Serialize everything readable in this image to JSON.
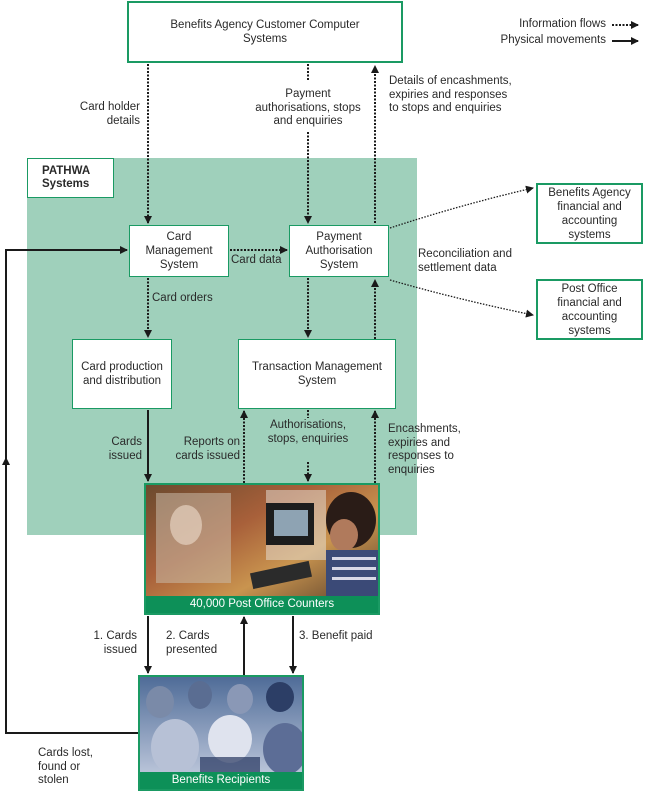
{
  "legend": {
    "information_flows": "Information flows",
    "physical_movements": "Physical movements"
  },
  "nodes": {
    "ba_customer": "Benefits Agency Customer Computer Systems",
    "pathwa": "PATHWA Systems",
    "card_management": "Card Management System",
    "payment_authorisation": "Payment Authorisation System",
    "card_production": "Card production and distribution",
    "transaction_management": "Transaction Management System",
    "ba_financial": "Benefits Agency financial and accounting systems",
    "po_financial": "Post Office financial and accounting systems",
    "post_office_counters": "40,000 Post Office Counters",
    "benefits_recipients": "Benefits Recipients"
  },
  "flows": {
    "card_holder_details": "Card holder details",
    "payment_auth_stops": "Payment authorisations, stops and enquiries",
    "details_encashments": "Details of encashments, expiries and responses to stops and enquiries",
    "card_data": "Card data",
    "card_orders": "Card orders",
    "reconciliation": "Reconciliation and settlement data",
    "cards_issued": "Cards issued",
    "reports_on_cards": "Reports on cards issued",
    "auth_stops_enquiries": "Authorisations, stops, enquiries",
    "encashments_expiries": "Encashments, expiries and responses to enquiries",
    "step1": "1. Cards issued",
    "step2": "2. Cards presented",
    "step3": "3. Benefit paid",
    "cards_lost": "Cards lost, found or stolen"
  },
  "colors": {
    "accent_green": "#1a9a63",
    "pathwa_fill": "#9fd0bb",
    "caption_fill": "#0d9058"
  }
}
